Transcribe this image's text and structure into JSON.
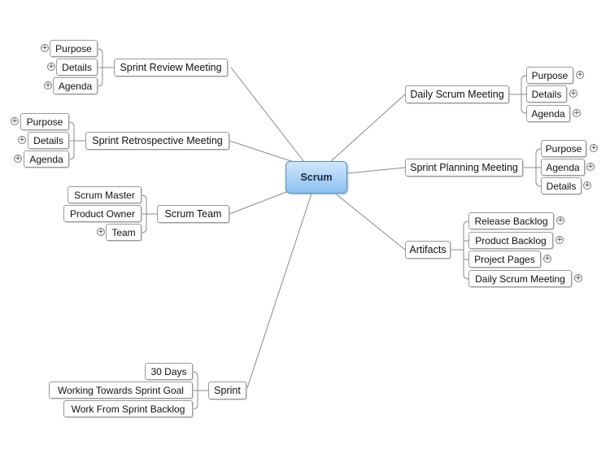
{
  "root": "Scrum",
  "branches": {
    "sprint_review": {
      "label": "Sprint Review Meeting",
      "children": [
        "Purpose",
        "Details",
        "Agenda"
      ]
    },
    "sprint_retrospective": {
      "label": "Sprint Retrospective Meeting",
      "children": [
        "Purpose",
        "Details",
        "Agenda"
      ]
    },
    "scrum_team": {
      "label": "Scrum Team",
      "children": [
        "Scrum Master",
        "Product Owner",
        "Team"
      ]
    },
    "sprint": {
      "label": "Sprint",
      "children": [
        "30 Days",
        "Working Towards Sprint Goal",
        "Work From Sprint Backlog"
      ]
    },
    "daily_scrum": {
      "label": "Daily Scrum Meeting",
      "children": [
        "Purpose",
        "Details",
        "Agenda"
      ]
    },
    "sprint_planning": {
      "label": "Sprint Planning Meeting",
      "children": [
        "Purpose",
        "Agenda",
        "Details"
      ]
    },
    "artifacts": {
      "label": "Artifacts",
      "children": [
        "Release Backlog",
        "Product Backlog",
        "Project Pages",
        "Daily Scrum Meeting"
      ]
    }
  },
  "expand_icon": "plus-circle-icon"
}
